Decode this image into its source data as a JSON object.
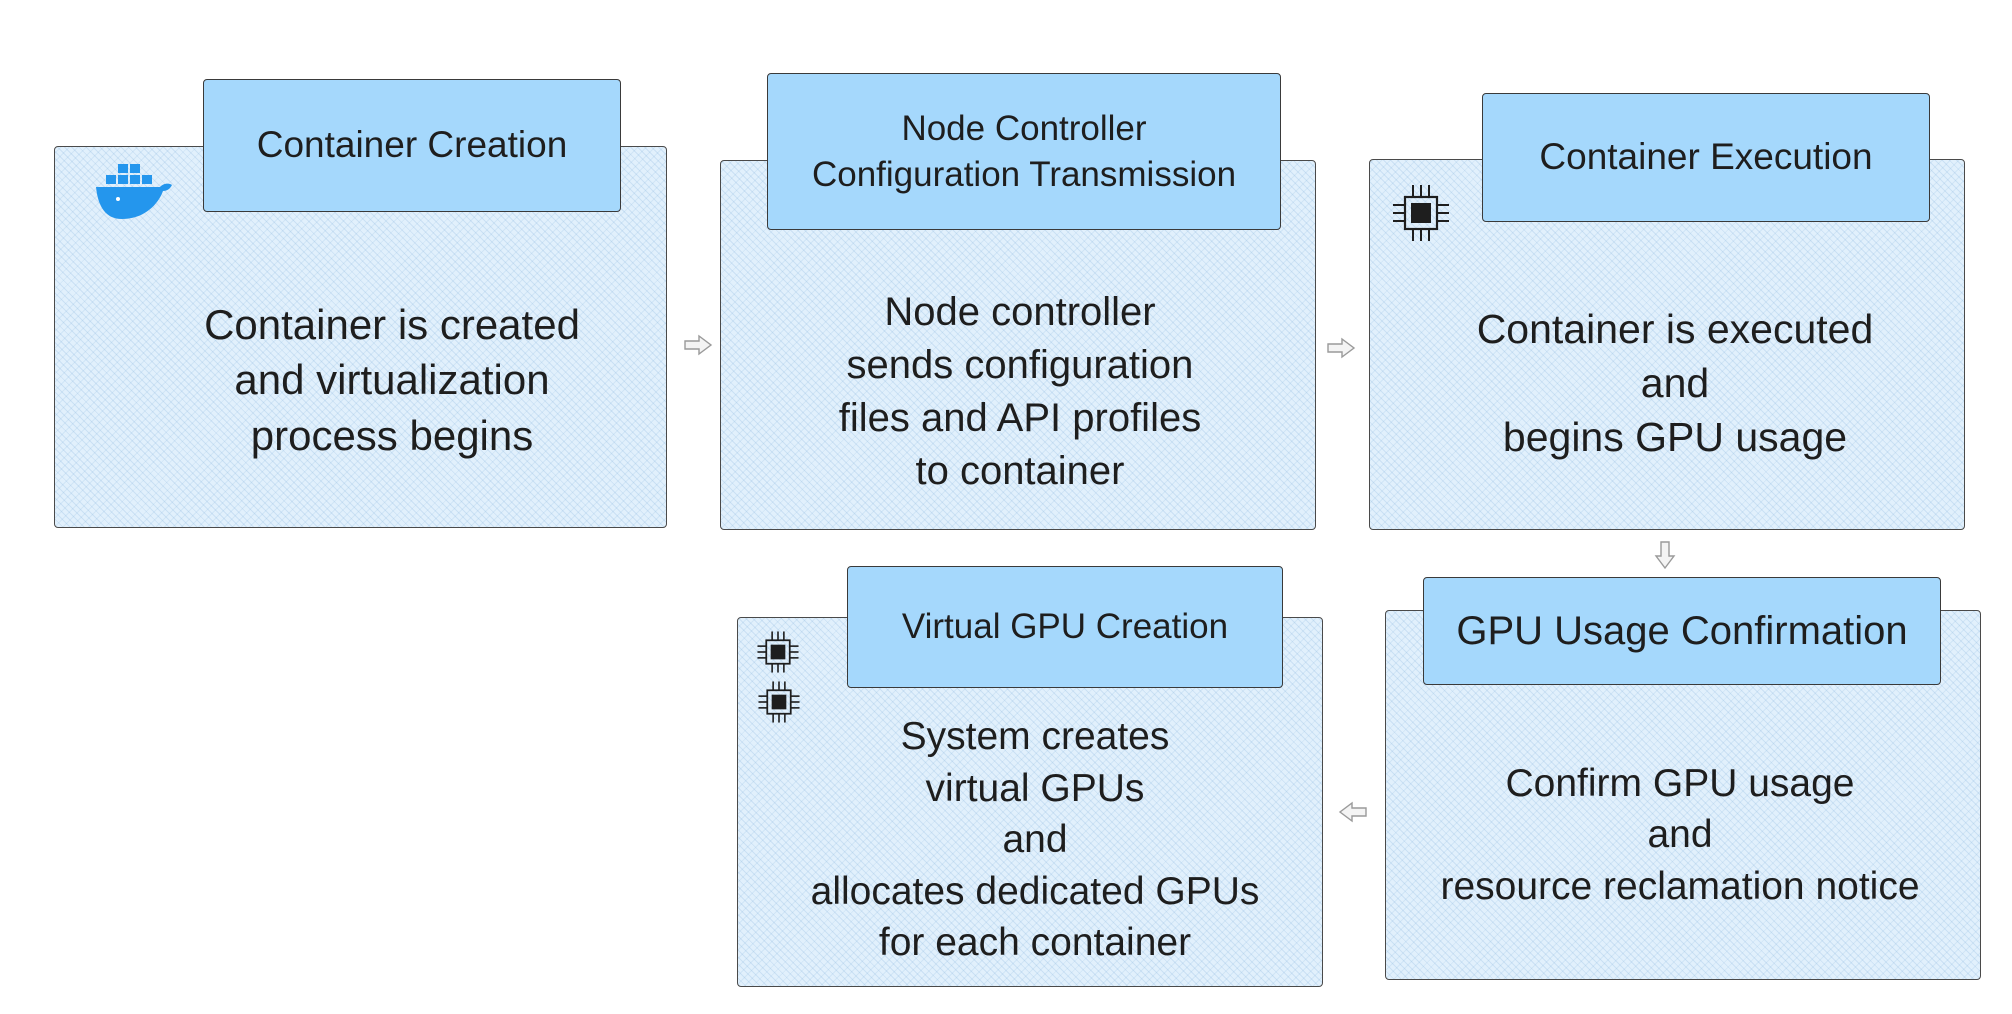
{
  "steps": [
    {
      "title": "Container Creation",
      "body": "Container is created\nand virtualization\nprocess begins",
      "icon": "docker-whale-icon"
    },
    {
      "title": "Node Controller\nConfiguration Transmission",
      "body": "Node controller\nsends configuration\nfiles and API profiles\nto container"
    },
    {
      "title": "Container Execution",
      "body": "Container is executed\nand\nbegins GPU usage",
      "icon": "chip-icon"
    },
    {
      "title": "GPU Usage Confirmation",
      "body": "Confirm GPU usage\nand\nresource reclamation notice"
    },
    {
      "title": "Virtual GPU Creation",
      "body": "System creates\nvirtual GPUs\nand\nallocates dedicated GPUs\nfor each container",
      "icon": "chip-icon"
    }
  ],
  "colors": {
    "card_fill": "#e1f0fc",
    "tab_fill": "#a5d8fc",
    "stroke": "#3a3a3a",
    "docker_blue": "#2496ed"
  }
}
